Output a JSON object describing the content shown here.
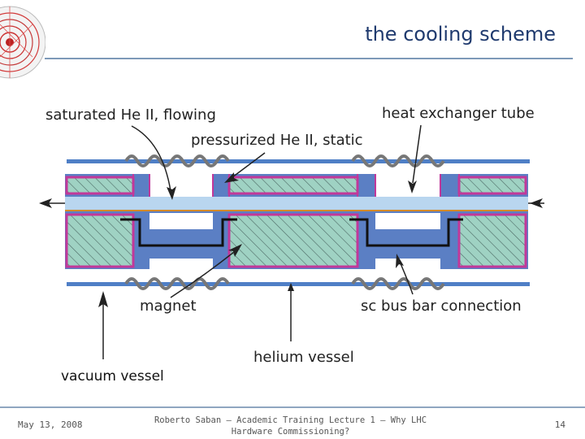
{
  "slide": {
    "title": "the cooling scheme",
    "footer": {
      "date": "May 13, 2008",
      "center": "Roberto Saban – Academic Training Lecture 1 – Why LHC Hardware Commissioning?",
      "page": "14"
    }
  },
  "diagram": {
    "labels": {
      "saturated": "saturated He II, flowing",
      "pressurized": "pressurized He II, static",
      "heat_exchanger": "heat exchanger tube",
      "magnet": "magnet",
      "bus_bar": "sc bus bar connection",
      "helium_vessel": "helium vessel",
      "vacuum_vessel": "vacuum vessel"
    },
    "colors": {
      "vessel_blue": "#5b7fc4",
      "magnet_hatch": "#9fd2c3",
      "magnet_border": "#c2389a",
      "hx_tube": "#b9d6ef",
      "vacuum_line": "#4f7fc6"
    }
  }
}
